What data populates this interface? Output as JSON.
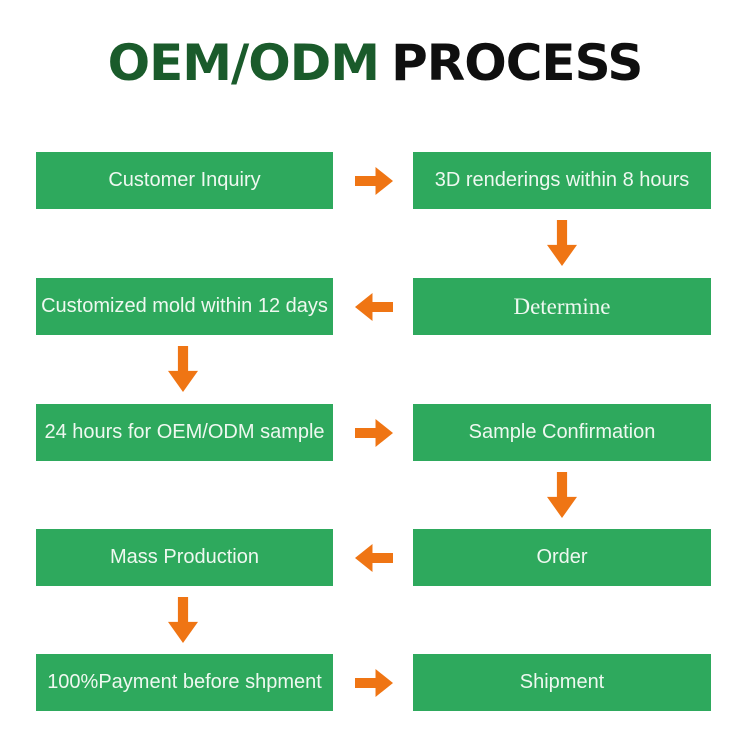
{
  "title": {
    "brand": "OEM/ODM",
    "rest": "PROCESS"
  },
  "colors": {
    "background": "#ffffff",
    "box_green": "#2ea95d",
    "box_text": "#eef8f0",
    "arrow_orange": "#ef7514",
    "title_green": "#1a5b2b",
    "title_black": "#0f0f0f"
  },
  "flow": {
    "rows": [
      {
        "left": {
          "label": "Customer Inquiry"
        },
        "right": {
          "label": "3D renderings within 8 hours"
        },
        "arrow": "right"
      },
      {
        "left": {
          "label": "Customized mold within 12 days"
        },
        "right": {
          "label": "Determine"
        },
        "arrow": "left"
      },
      {
        "left": {
          "label": "24 hours for OEM/ODM sample"
        },
        "right": {
          "label": "Sample Confirmation"
        },
        "arrow": "right"
      },
      {
        "left": {
          "label": "Mass Production"
        },
        "right": {
          "label": "Order"
        },
        "arrow": "left"
      },
      {
        "left": {
          "label": "100%Payment before shpment"
        },
        "right": {
          "label": "Shipment"
        },
        "arrow": "right"
      }
    ],
    "down_arrows": [
      {
        "column": "right",
        "after_row": 1
      },
      {
        "column": "left",
        "after_row": 2
      },
      {
        "column": "right",
        "after_row": 3
      },
      {
        "column": "left",
        "after_row": 4
      }
    ]
  }
}
